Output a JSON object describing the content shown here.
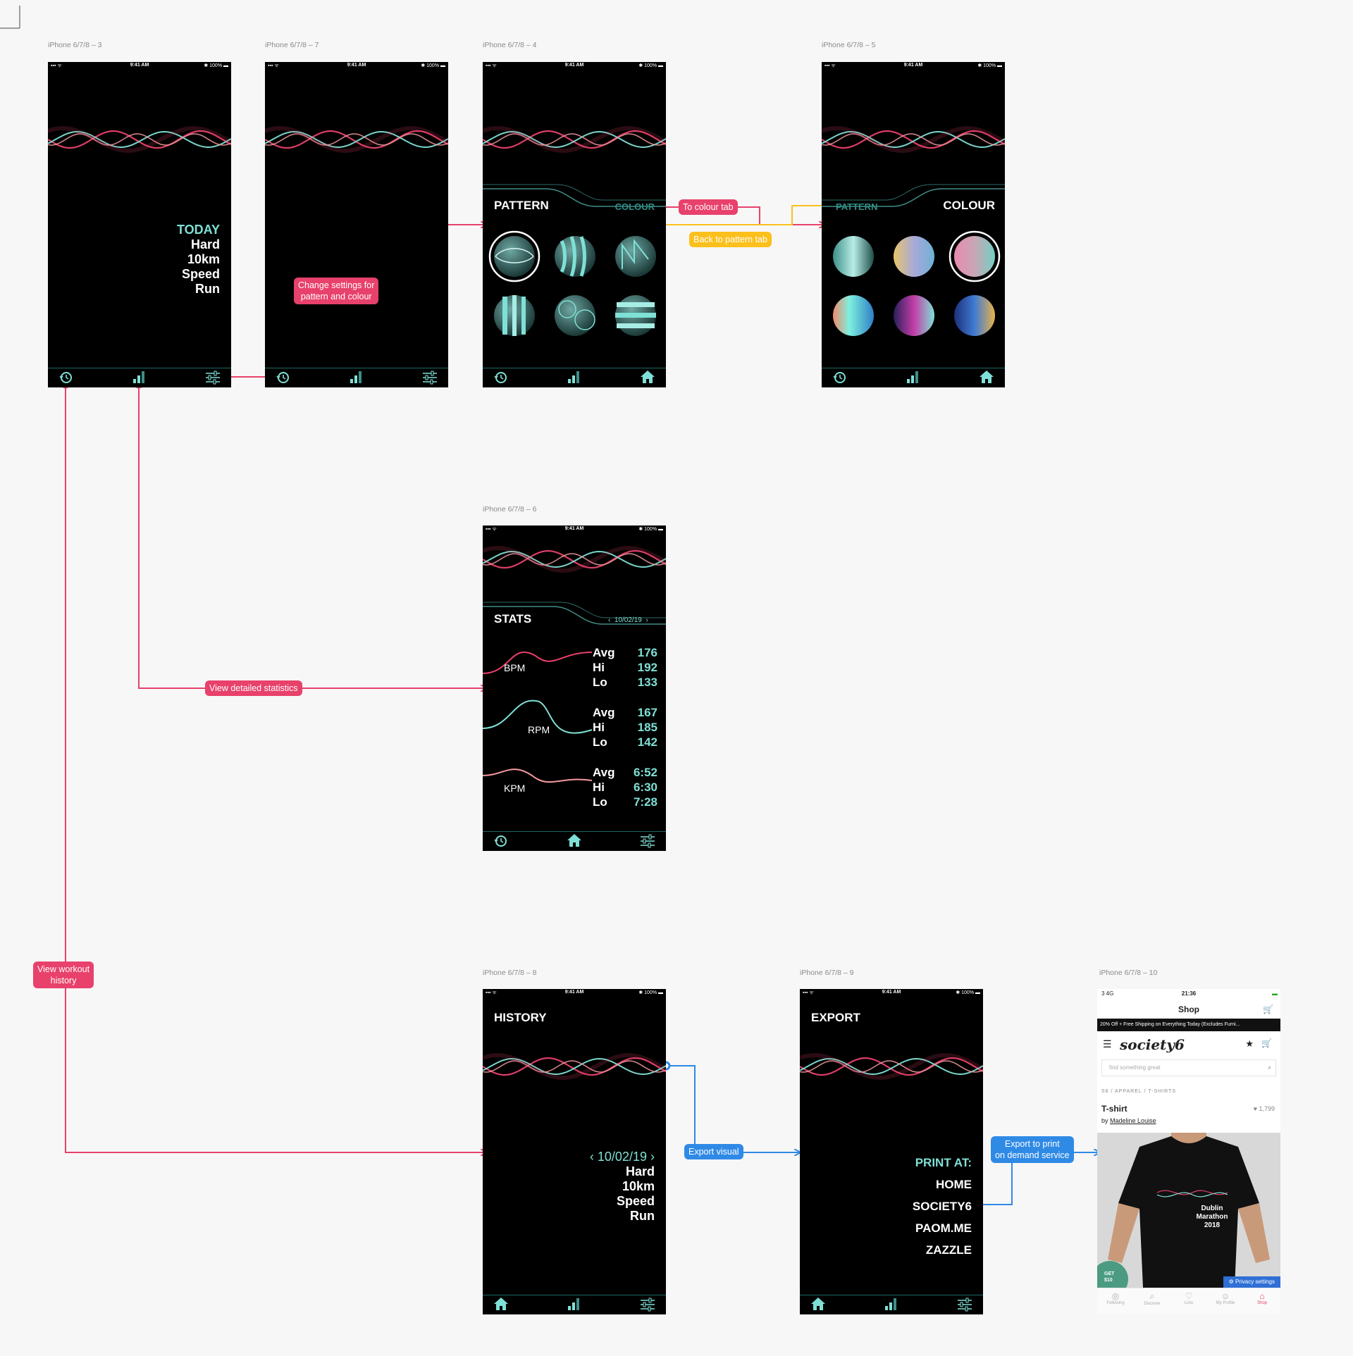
{
  "frames": {
    "f3": "iPhone 6/7/8 – 3",
    "f7": "iPhone 6/7/8 – 7",
    "f4": "iPhone 6/7/8 – 4",
    "f5": "iPhone 6/7/8 – 5",
    "f6": "iPhone 6/7/8 – 6",
    "f8": "iPhone 6/7/8 – 8",
    "f9": "iPhone 6/7/8 – 9",
    "f10": "iPhone 6/7/8 – 10"
  },
  "status": {
    "time": "9:41 AM",
    "battery": "100%"
  },
  "colors": {
    "pink": "#e8416b",
    "yellow": "#fcc01d",
    "blue": "#2f8ae6",
    "teal": "#7fe0d6"
  },
  "workout": {
    "today": "TODAY",
    "intensity": "Hard",
    "distance": "10km",
    "type": "Speed",
    "activity": "Run"
  },
  "pattern_screen": {
    "pattern_tab": "PATTERN",
    "colour_tab": "COLOUR"
  },
  "stats_screen": {
    "title": "STATS",
    "date": "10/02/19",
    "rows": [
      {
        "label": "BPM",
        "avg_key": "Avg",
        "hi_key": "Hi",
        "lo_key": "Lo",
        "avg": "176",
        "hi": "192",
        "lo": "133"
      },
      {
        "label": "RPM",
        "avg_key": "Avg",
        "hi_key": "Hi",
        "lo_key": "Lo",
        "avg": "167",
        "hi": "185",
        "lo": "142"
      },
      {
        "label": "KPM",
        "avg_key": "Avg",
        "hi_key": "Hi",
        "lo_key": "Lo",
        "avg": "6:52",
        "hi": "6:30",
        "lo": "7:28"
      }
    ]
  },
  "history_screen": {
    "title": "HISTORY",
    "date": "10/02/19",
    "intensity": "Hard",
    "distance": "10km",
    "type": "Speed",
    "activity": "Run"
  },
  "export_screen": {
    "title": "EXPORT",
    "print_at": "PRINT AT:",
    "options": [
      "HOME",
      "SOCIETY6",
      "PAOM.ME",
      "ZAZZLE"
    ]
  },
  "annotations": {
    "change_settings": "Change settings for\npattern and colour",
    "to_colour": "To colour tab",
    "back_pattern": "Back to pattern tab",
    "view_stats": "View detailed statistics",
    "view_history": "View workout\nhistory",
    "export_visual": "Export visual",
    "export_print": "Export to print\non demand service"
  },
  "society6": {
    "status_left": "3  4G",
    "time": "21:36",
    "nav_title": "Shop",
    "promo": "20% Off + Free Shipping on Everything Today (Excludes Furni...",
    "logo": "society6",
    "search_placeholder": "find something great",
    "breadcrumb": "S6  /  APPAREL  /  T-SHIRTS",
    "product": "T-shirt",
    "by": "by",
    "artist": "Madeline Louise",
    "likes": "1,799",
    "shirt_text": "Dublin\nMarathon\n2018",
    "badge": "GET\n$10",
    "privacy": "Privacy settings",
    "tabs": [
      "Following",
      "Discover",
      "Lists",
      "My Profile",
      "Shop"
    ]
  }
}
